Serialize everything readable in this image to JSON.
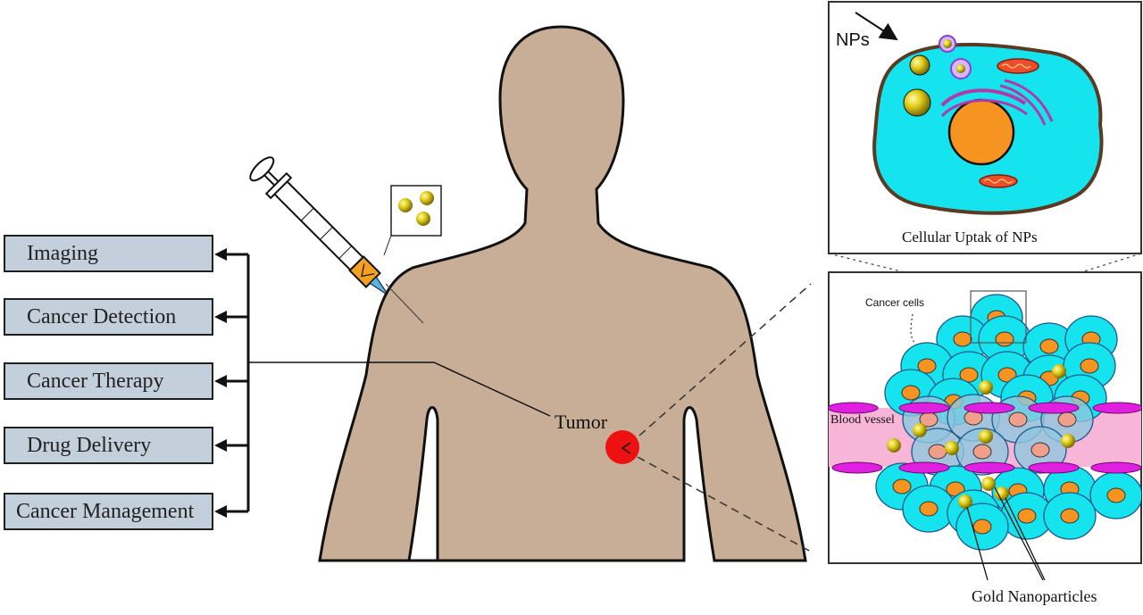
{
  "applications": [
    {
      "label": "Imaging"
    },
    {
      "label": "Cancer Detection"
    },
    {
      "label": "Cancer Therapy"
    },
    {
      "label": "Drug Delivery"
    },
    {
      "label": "Cancer Management"
    }
  ],
  "labels": {
    "tumor": "Tumor",
    "nps": "NPs",
    "cellular_uptake": "Cellular Uptak of NPs",
    "cancer_cells": "Cancer cells",
    "blood_vessel": "Blood vessel",
    "gold_nanoparticles": "Gold Nanoparticles"
  },
  "colors": {
    "box_fill": "#c3cfda",
    "skin": "#c8ae96",
    "tumor": "#ee1111",
    "cytoplasm": "#15e3ee",
    "nucleus": "#f59420",
    "gold": "#d8c21a",
    "vessel": "#f7b6d8",
    "vessel_wall": "#e020e0",
    "organelle": "#b23aa8"
  }
}
